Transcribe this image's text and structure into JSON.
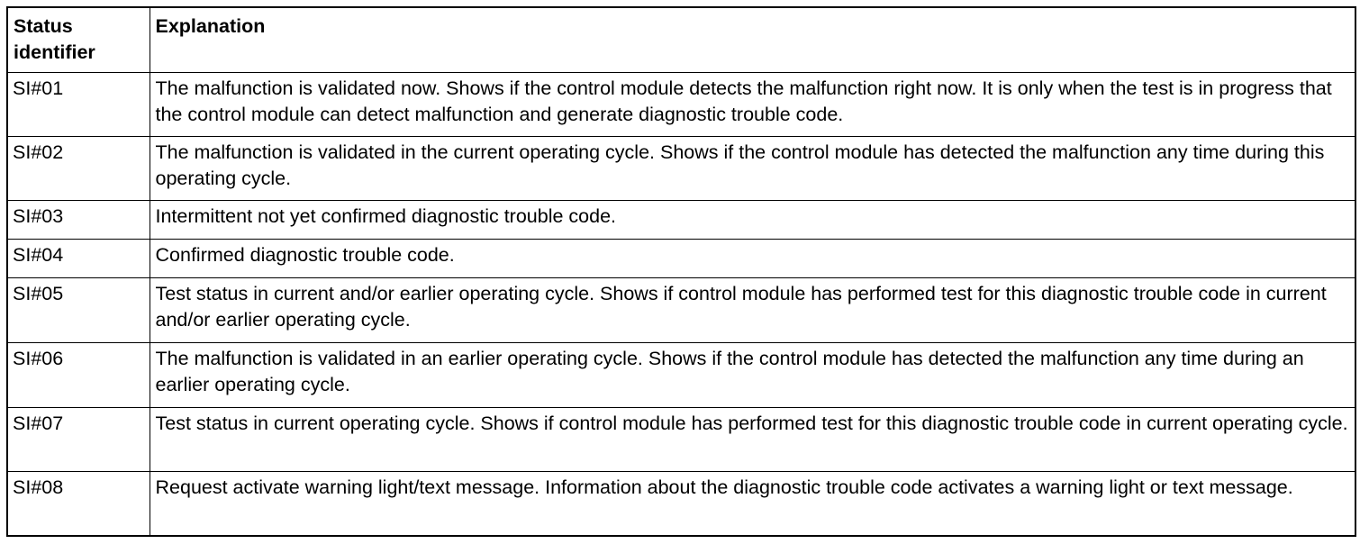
{
  "table": {
    "headers": {
      "status_identifier": "Status identifier",
      "explanation": "Explanation"
    },
    "rows": [
      {
        "id": "SI#01",
        "explanation": "The malfunction is validated now. Shows if the control module detects the malfunction right now. It is only when the test is in progress that the control module can detect malfunction and generate diagnostic trouble code."
      },
      {
        "id": "SI#02",
        "explanation": "The malfunction is validated in the current operating cycle. Shows if the control module has detected the malfunction any time during this operating cycle."
      },
      {
        "id": "SI#03",
        "explanation": "Intermittent not yet confirmed diagnostic trouble code."
      },
      {
        "id": "SI#04",
        "explanation": "Confirmed diagnostic trouble code."
      },
      {
        "id": "SI#05",
        "explanation": "Test status in current and/or earlier operating cycle. Shows if control module has performed test for this diagnostic trouble code in current and/or earlier operating cycle."
      },
      {
        "id": "SI#06",
        "explanation": "The malfunction is validated in an earlier operating cycle. Shows if the control module has detected the malfunction any time during an earlier operating cycle."
      },
      {
        "id": "SI#07",
        "explanation": "Test status in current operating cycle. Shows if control module has performed test for this diagnostic trouble code in current operating cycle."
      },
      {
        "id": "SI#08",
        "explanation": "Request activate warning light/text message. Information about the diagnostic trouble code activates a warning light or text message."
      }
    ]
  }
}
